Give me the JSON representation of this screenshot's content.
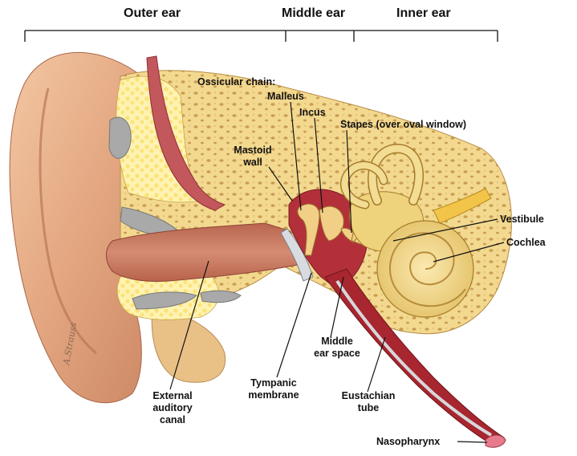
{
  "sections": {
    "outer_ear": "Outer ear",
    "middle_ear": "Middle ear",
    "inner_ear": "Inner ear"
  },
  "labels": {
    "ossicular_chain": "Ossicular chain:",
    "malleus": "Malleus",
    "incus": "Incus",
    "stapes": "Stapes (over oval window)",
    "mastoid_wall_1": "Mastoid",
    "mastoid_wall_2": "wall",
    "vestibule": "Vestibule",
    "cochlea": "Cochlea",
    "middle_ear_space_1": "Middle",
    "middle_ear_space_2": "ear space",
    "tympanic_membrane_1": "Tympanic",
    "tympanic_membrane_2": "membrane",
    "eustachian_tube_1": "Eustachian",
    "eustachian_tube_2": "tube",
    "external_canal_1": "External",
    "external_canal_2": "auditory",
    "external_canal_3": "canal",
    "nasopharynx": "Nasopharynx"
  },
  "artist_signature": "A.Strauss",
  "colors": {
    "skin": "#e0a47e",
    "bone": "#f3d98f",
    "canal": "#c9755f",
    "middle_ear_red": "#b3303a",
    "inner_ear": "#efd27c"
  }
}
